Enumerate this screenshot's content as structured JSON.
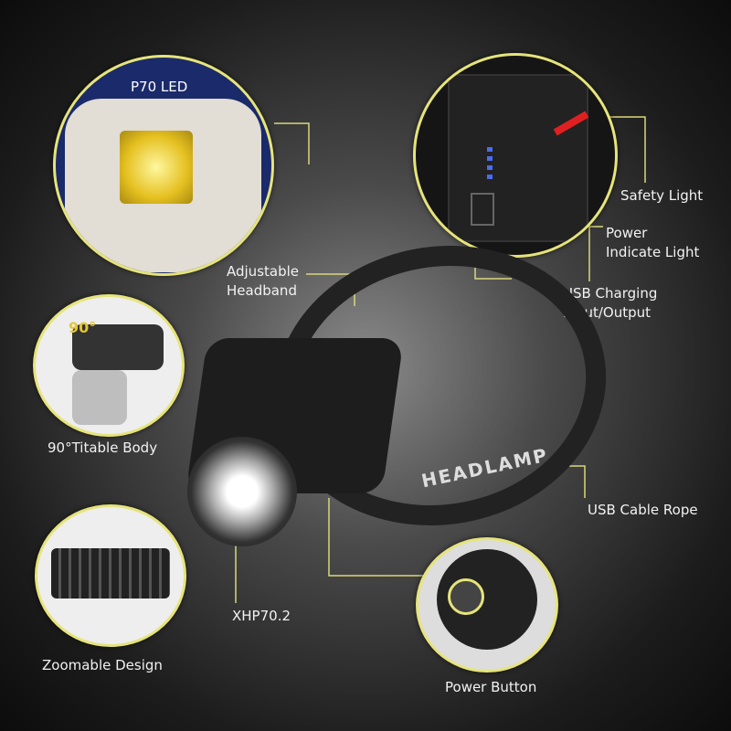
{
  "labels": {
    "p70_led": "P70 LED",
    "safety_light": "Safety Light",
    "power_indicate_line1": "Power",
    "power_indicate_line2": "Indicate Light",
    "usb_charging_line1": "USB Charging",
    "usb_charging_line2": "Input/Output",
    "adjustable_line1": "Adjustable",
    "adjustable_line2": "Headband",
    "tiltable": "90°Titable Body",
    "angle": "90°",
    "usb_cable_rope": "USB Cable Rope",
    "xhp": "XHP70.2",
    "zoomable": "Zoomable Design",
    "power_button": "Power Button",
    "headband_print": "HEADLAMP"
  },
  "colors": {
    "accent": "#e6e47a",
    "led": "#f4d33a",
    "safety": "#e02020"
  }
}
